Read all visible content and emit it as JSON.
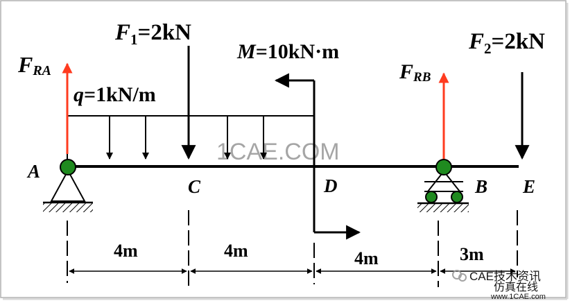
{
  "colors": {
    "reaction": "#ff3b1f",
    "support": "#1f8a1f",
    "line": "#000000",
    "frame": "#b0b0b0",
    "watermark": "#9a9a9a",
    "brand": "#1a6fd1"
  },
  "loads": {
    "F1": {
      "sym": "F",
      "sub": "1",
      "val": "=2kN"
    },
    "F2": {
      "sym": "F",
      "sub": "2",
      "val": "=2kN"
    },
    "M": {
      "sym": "M",
      "val": "=10kN·m"
    },
    "q": {
      "sym": "q",
      "val": "=1kN/m"
    },
    "FRA": {
      "sym": "F",
      "sub": "RA"
    },
    "FRB": {
      "sym": "F",
      "sub": "RB"
    }
  },
  "points": {
    "A": "A",
    "B": "B",
    "C": "C",
    "D": "D",
    "E": "E"
  },
  "dims": [
    "4m",
    "4m",
    "4m",
    "3m"
  ],
  "watermark": {
    "center": "1CAE.COM",
    "brand": "CAE技术资讯",
    "site_cn": "仿真在线",
    "site_url": "www.1CAE.com"
  }
}
